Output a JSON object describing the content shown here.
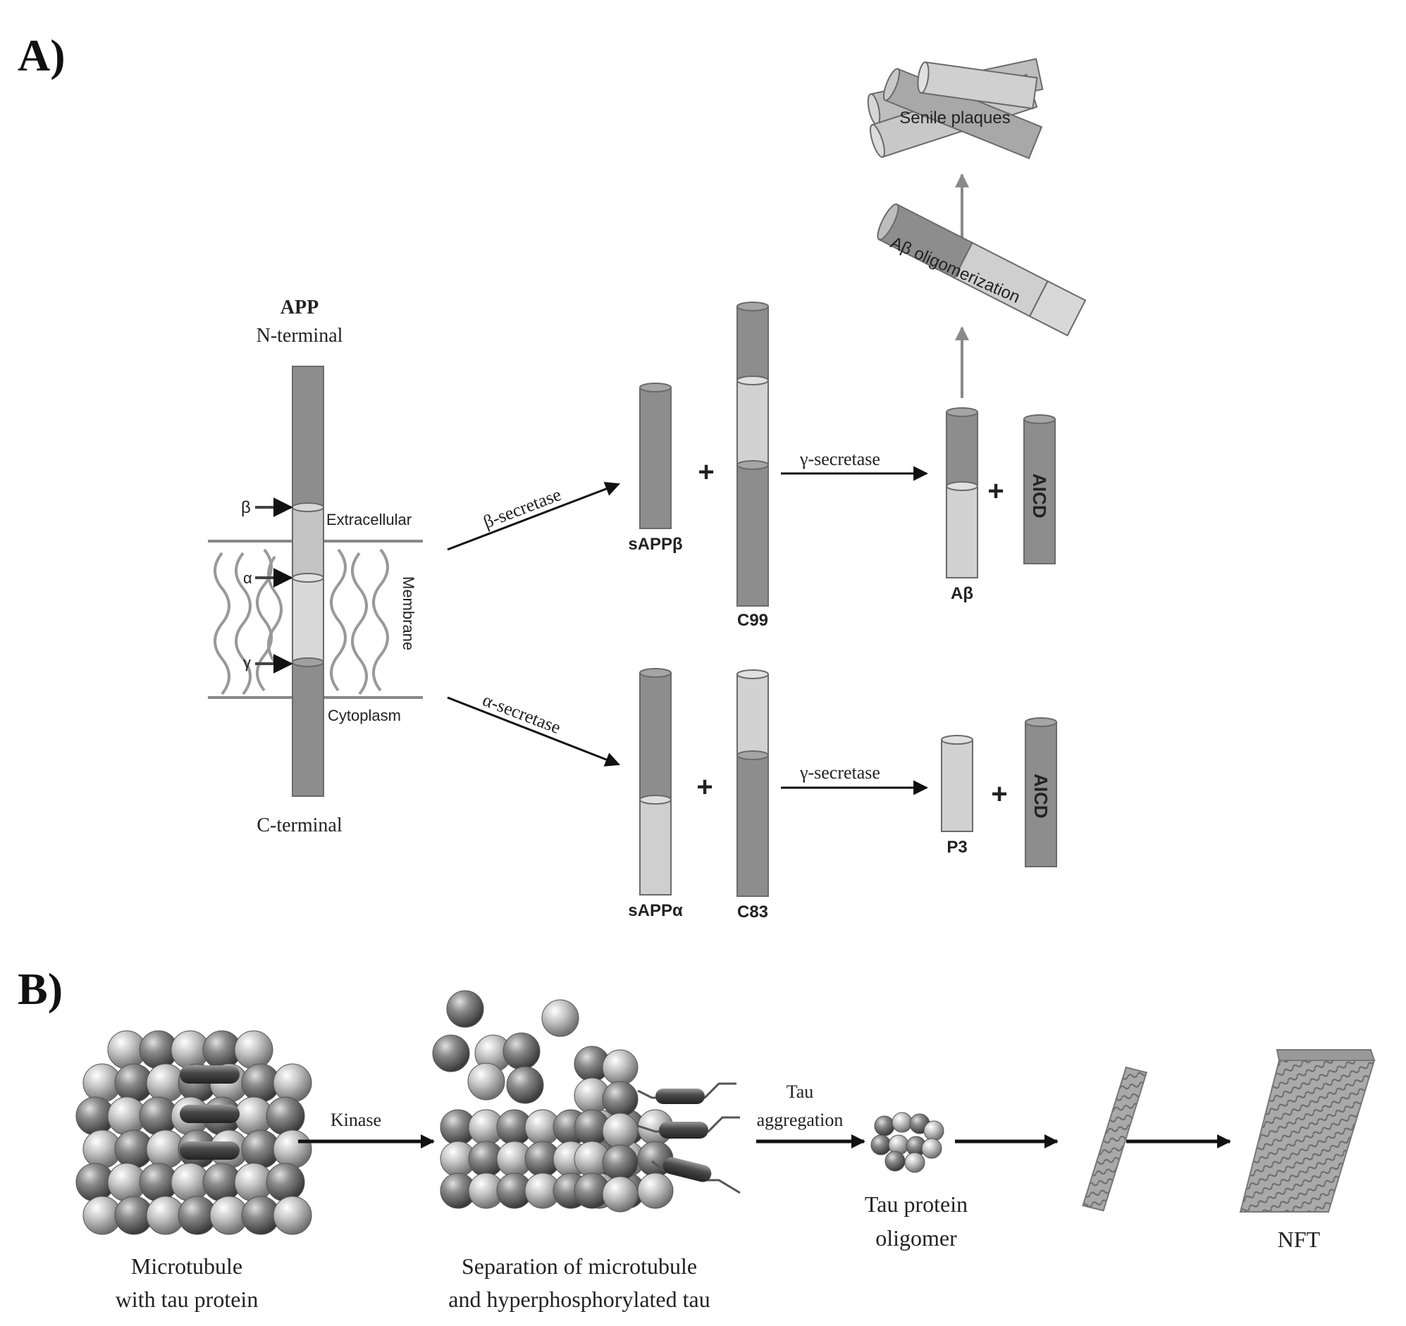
{
  "panels": {
    "a": "A)",
    "b": "B)"
  },
  "app": {
    "title": "APP",
    "n_terminal": "N-terminal",
    "c_terminal": "C-terminal",
    "extracellular": "Extracellular",
    "membrane": "Membrane",
    "cytoplasm": "Cytoplasm",
    "beta_site": "β",
    "alpha_site": "α",
    "gamma_site": "γ"
  },
  "amyloidogenic": {
    "enzyme": "β-secretase",
    "product_soluble": "sAPPβ",
    "product_fragment": "C99",
    "gamma": "γ-secretase",
    "peptide": "Aβ",
    "aicd": "AICD",
    "oligomerization": "Aβ oligomerization",
    "plaques": "Senile plaques",
    "plus": "+"
  },
  "non_amyloidogenic": {
    "enzyme": "α-secretase",
    "product_soluble": "sAPPα",
    "product_fragment": "C83",
    "gamma": "γ-secretase",
    "peptide": "P3",
    "aicd": "AICD",
    "plus": "+"
  },
  "tau": {
    "microtubule_line1": "Microtubule",
    "microtubule_line2": "with tau protein",
    "kinase": "Kinase",
    "separation_line1": "Separation of microtubule",
    "separation_line2": "and hyperphosphorylated tau",
    "aggregation_line1": "Tau",
    "aggregation_line2": "aggregation",
    "oligomer_line1": "Tau protein",
    "oligomer_line2": "oligomer",
    "nft": "NFT"
  },
  "colors": {
    "dark_segment": "#8d8d8d",
    "light_segment": "#cfcfcf",
    "outline": "#6a6a6a",
    "arrow": "#111111",
    "grey_arrow": "#8a8a8a"
  }
}
